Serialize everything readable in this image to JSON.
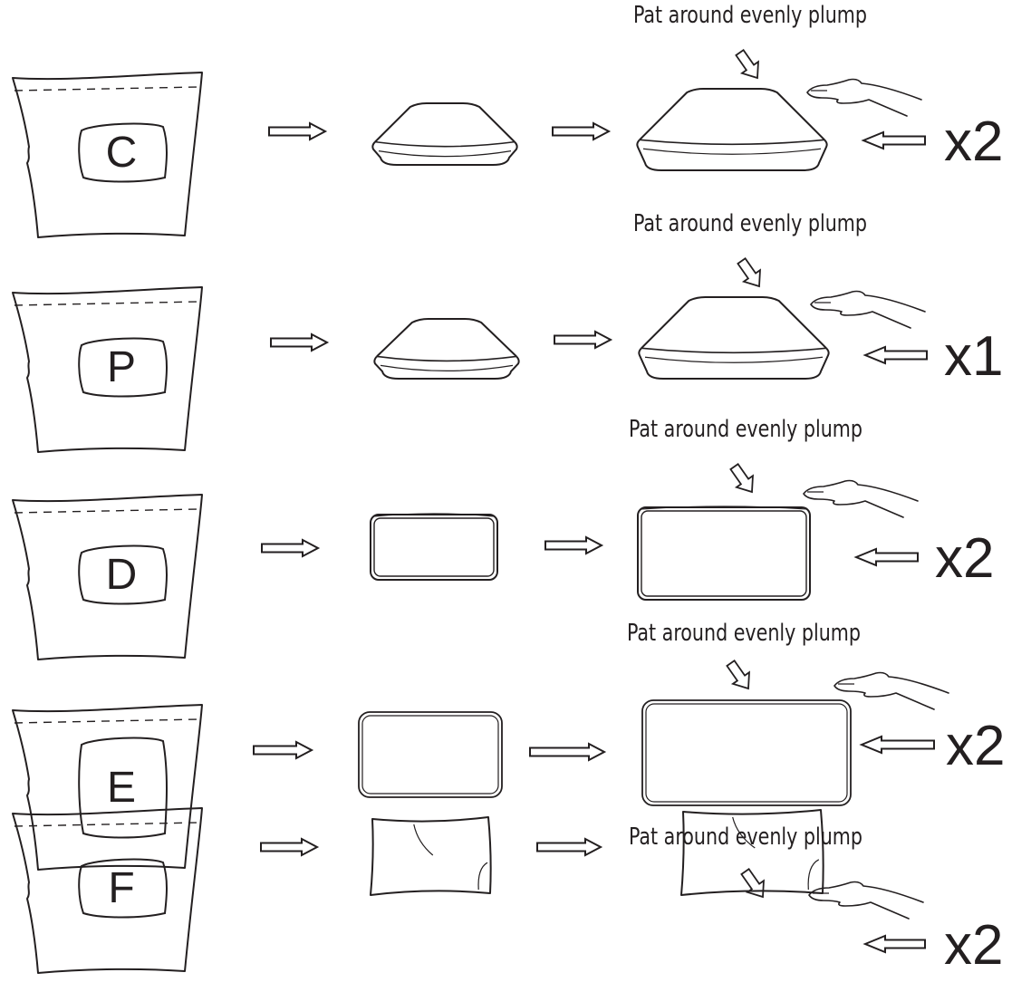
{
  "note_text": "Pat around evenly plump",
  "rows": [
    {
      "letter": "C",
      "qty": "x2",
      "shape": "cushion"
    },
    {
      "letter": "P",
      "qty": "x1",
      "shape": "cushion"
    },
    {
      "letter": "D",
      "qty": "x2",
      "shape": "rounded"
    },
    {
      "letter": "E",
      "qty": "x2",
      "shape": "thin"
    },
    {
      "letter": "F",
      "qty": "x2",
      "shape": "pillow"
    }
  ],
  "colors": {
    "ink": "#231f20",
    "background": "#ffffff"
  }
}
